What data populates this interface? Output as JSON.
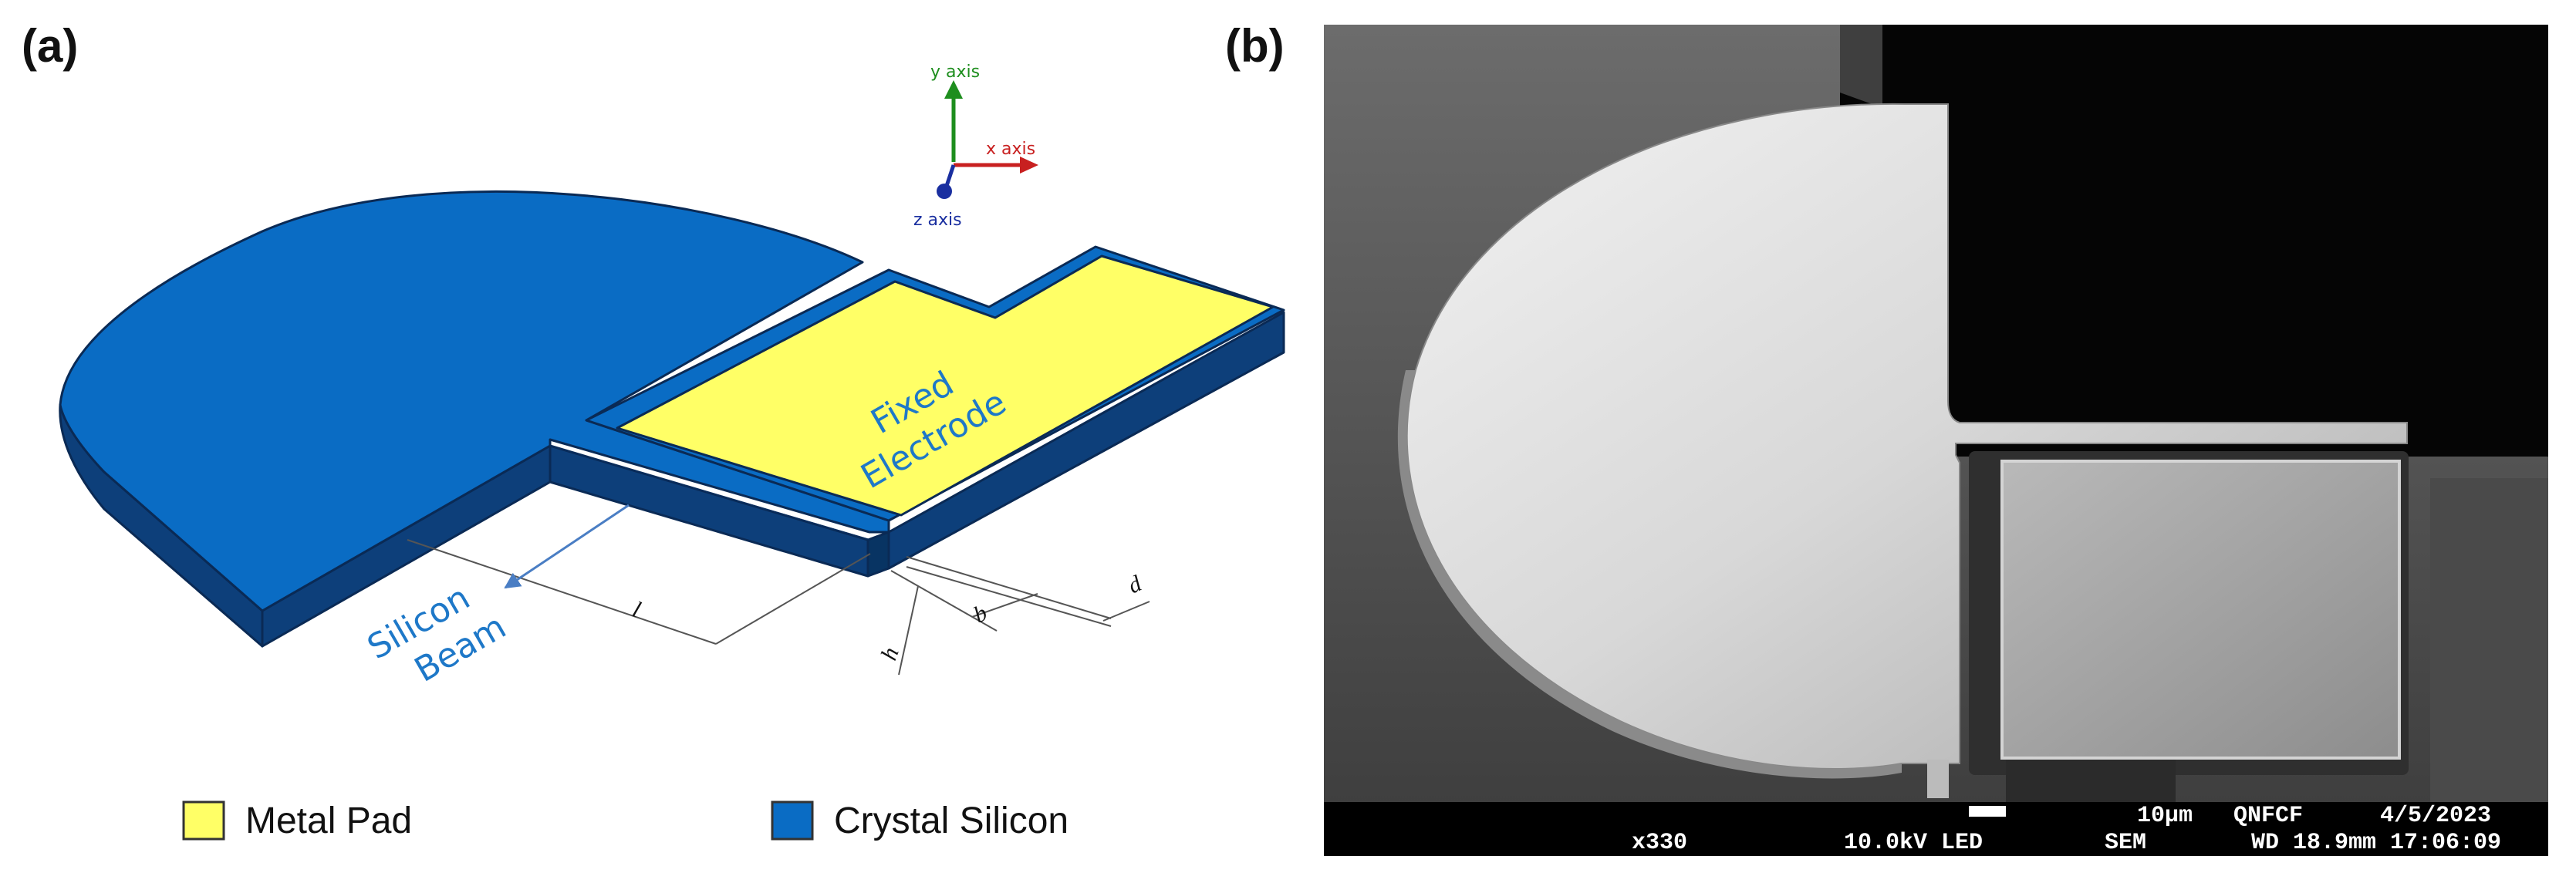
{
  "panels": {
    "a_label": "(a)",
    "b_label": "(b)"
  },
  "axes": {
    "y": "y axis",
    "x": "x axis",
    "z": "z axis"
  },
  "labels": {
    "fixed_electrode_line1": "Fixed",
    "fixed_electrode_line2": "Electrode",
    "silicon_beam_line1": "Silicon",
    "silicon_beam_line2": "Beam"
  },
  "dimensions": {
    "length": "l",
    "width": "b",
    "height": "h",
    "gap": "d"
  },
  "legend": {
    "metal_pad": "Metal Pad",
    "crystal_silicon": "Crystal Silicon"
  },
  "sem_info": {
    "scale": "10µm",
    "facility": "QNFCF",
    "date": "4/5/2023",
    "magnification": "x330",
    "voltage": "10.0kV LED",
    "mode": "SEM",
    "wd_time": "WD 18.9mm 17:06:09"
  },
  "colors": {
    "metal_pad": "#FFFF66",
    "crystal_silicon": "#0A6CC4",
    "silicon_side": "#0D3F7A",
    "label_blue": "#1E78C8",
    "y_axis": "#1E8E1E",
    "x_axis": "#C82020",
    "z_axis": "#1A2FA0"
  }
}
